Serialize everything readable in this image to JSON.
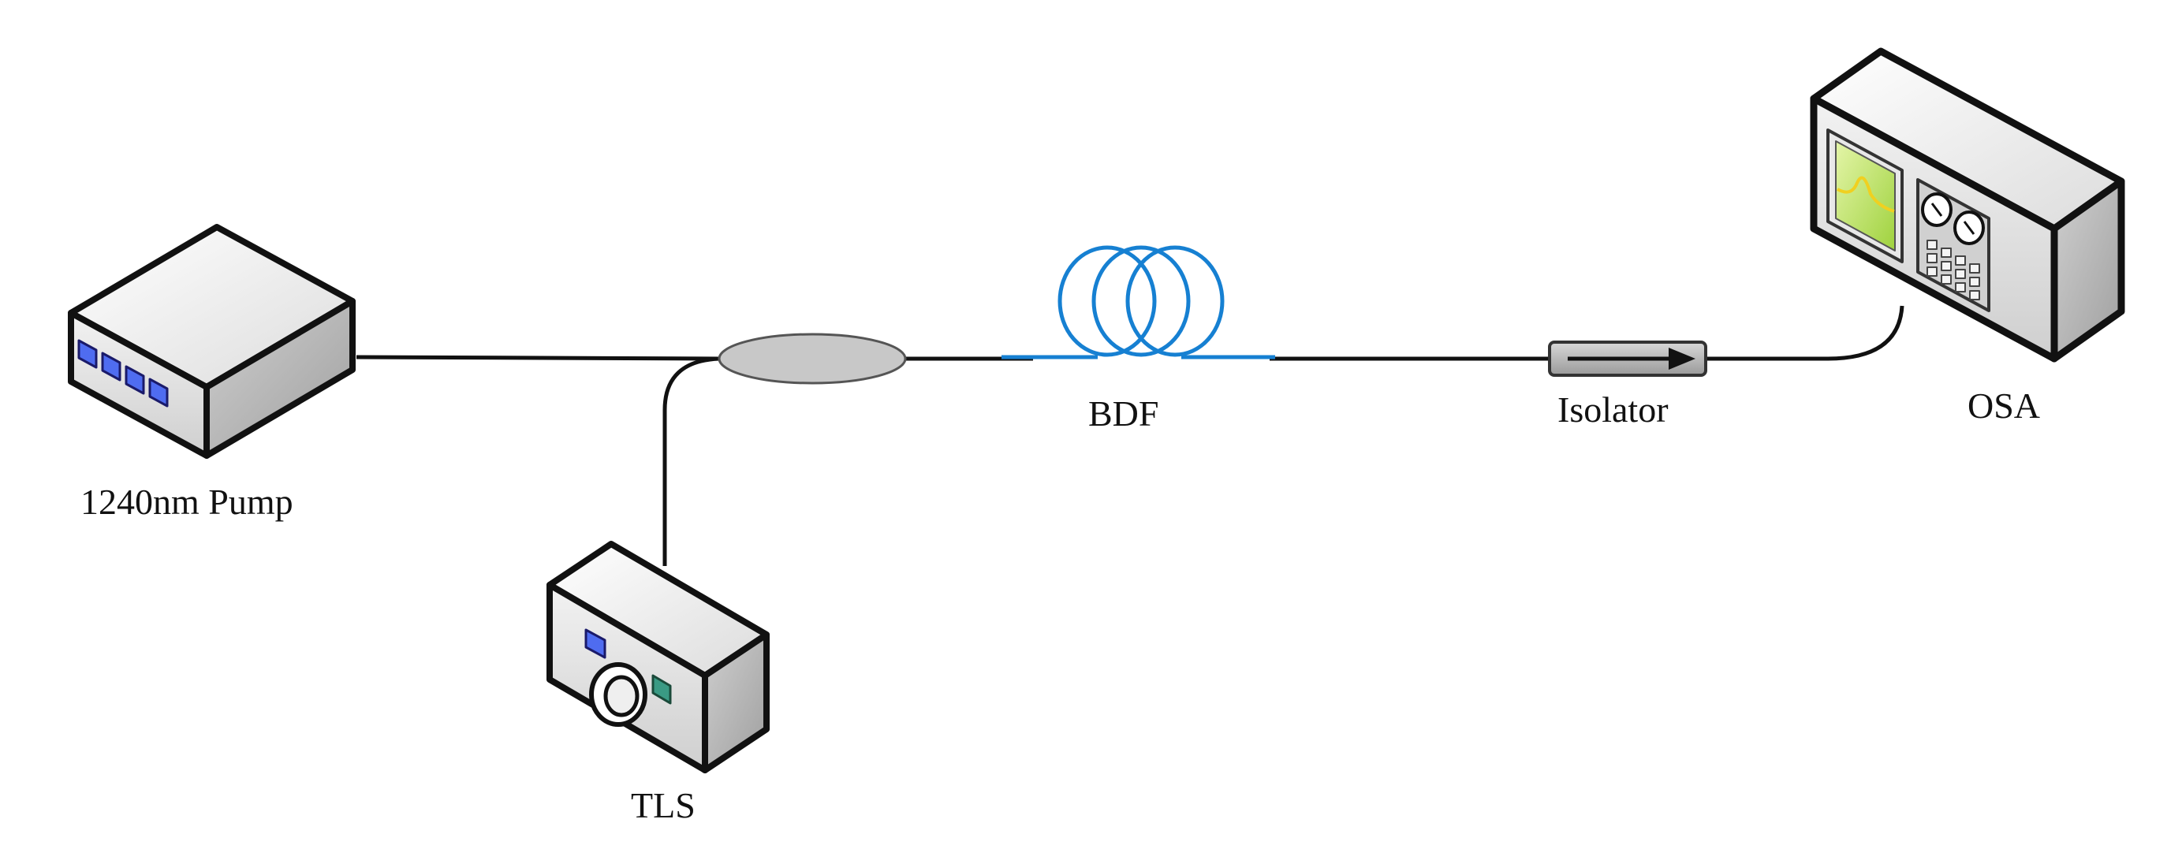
{
  "labels": {
    "pump": "1240nm Pump",
    "tls": "TLS",
    "bdf": "BDF",
    "isolator": "Isolator",
    "osa": "OSA"
  },
  "colors": {
    "fiber": "#111111",
    "bdf_fiber": "#1680d2",
    "coupler": "#c8c8c8",
    "device_light": "#f4f4f4",
    "device_mid": "#dadada",
    "device_dark": "#b4b4b4",
    "button_blue": "#4f6cf0",
    "button_green": "#3a9a84",
    "screen_green": "#b6e15a",
    "screen_trace": "#f0d020"
  },
  "icons": {
    "pump": "laser-source-box-icon",
    "tls": "tunable-laser-source-icon",
    "osa": "spectrum-analyzer-icon",
    "coupler": "wdm-coupler-icon",
    "bdf": "fiber-coil-icon",
    "isolator": "optical-isolator-icon"
  }
}
